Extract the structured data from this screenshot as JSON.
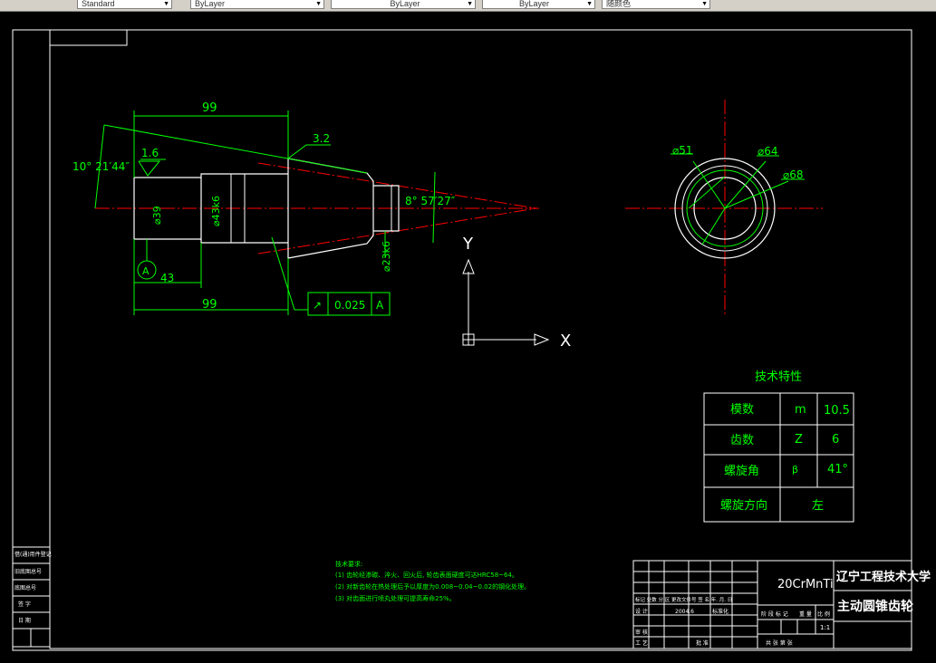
{
  "toolbar": {
    "text_style": "Standard",
    "layer": "ByLayer",
    "linetype": "ByLayer",
    "lineweight": "ByLayer",
    "color": "随颜色"
  },
  "drawing": {
    "dims": {
      "top_length": "99",
      "bottom_length": "99",
      "a_length": "43",
      "cone_angle": "10° 21′44″",
      "root_angle": "8° 57′27″",
      "rough_1": "1.6",
      "rough_2": "3.2",
      "d1": "⌀39",
      "d2": "⌀43k6",
      "d3": "⌀23k6",
      "datum": "A",
      "tol_symbol": "↗",
      "tol_value": "0.025",
      "tol_datum": "A",
      "circle_d1": "⌀51",
      "circle_d2": "⌀64",
      "circle_d3": "⌀68"
    },
    "ucs": {
      "y": "Y",
      "x": "X"
    },
    "spec_table": {
      "title": "技术特性",
      "rows": [
        {
          "label": "模数",
          "symbol": "m",
          "value": "10.5"
        },
        {
          "label": "齿数",
          "symbol": "Z",
          "value": "6"
        },
        {
          "label": "螺旋角",
          "symbol": "β",
          "value": "41°"
        },
        {
          "label": "螺旋方向",
          "value": "左"
        }
      ]
    },
    "notes": {
      "title": "技术要求:",
      "lines": [
        "(1) 齿轮经渗碳、淬火、回火后, 轮齿表面硬度可达HRC58~64。",
        "(2) 对新齿轮在热处理后予以厚度为0.008~0.04~0.02的钢化处理。",
        "(3) 对齿面进行喷丸处理可提高寿命25%。"
      ]
    },
    "title_block": {
      "material": "20CrMnTi",
      "school": "辽宁工程技术大学",
      "part_name": "主动圆锥齿轮",
      "scale": "1:1",
      "date": "2004.6",
      "row_label_1": "标记 处数 分 区 更改文件号 签 名 年. 月. 日",
      "row_label_2": "设 计",
      "row_label_3": "标准化",
      "row_label_4": "审 核",
      "row_label_5": "工 艺",
      "row_label_6": "批 准",
      "stage_label": "阶 段 标 记",
      "weight_label": "重 量",
      "scale_label": "比 例",
      "sheet_label": "共 张 第 张"
    },
    "side_strip": [
      "借(通)用件登记",
      "旧底图总号",
      "底图总号",
      "签 字",
      "日 期"
    ]
  },
  "colors": {
    "frame": "#ffffff",
    "dimension": "#00ff00",
    "centerline": "#ff0000",
    "table_text": "#00ff00",
    "title_text": "#ffffff",
    "part_outline": "#ffffff"
  }
}
